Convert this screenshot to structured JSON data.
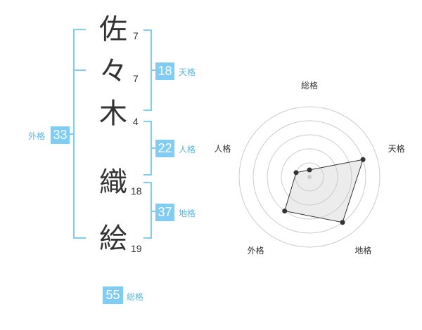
{
  "name": {
    "chars": [
      {
        "char": "佐",
        "strokes": "7"
      },
      {
        "char": "々",
        "strokes": "7"
      },
      {
        "char": "木",
        "strokes": "4"
      },
      {
        "char": "織",
        "strokes": "18"
      },
      {
        "char": "絵",
        "strokes": "19"
      }
    ]
  },
  "kaku": {
    "tenkaku": {
      "value": "18",
      "label": "天格"
    },
    "jinkaku": {
      "value": "22",
      "label": "人格"
    },
    "chikaku": {
      "value": "37",
      "label": "地格"
    },
    "gaikaku": {
      "value": "33",
      "label": "外格"
    },
    "soukaku": {
      "value": "55",
      "label": "総格"
    }
  },
  "colors": {
    "accent": "#7fcdf5",
    "accent_text": "#5ab6e8",
    "radar_fill": "#eeeeee",
    "radar_ring": "#cccccc"
  },
  "chart_data": {
    "type": "radar",
    "axes": [
      "総格",
      "天格",
      "地格",
      "外格",
      "人格"
    ],
    "values": [
      0.5,
      4.0,
      4.0,
      3.0,
      1.0
    ],
    "rmax": 5,
    "rings": 5
  }
}
